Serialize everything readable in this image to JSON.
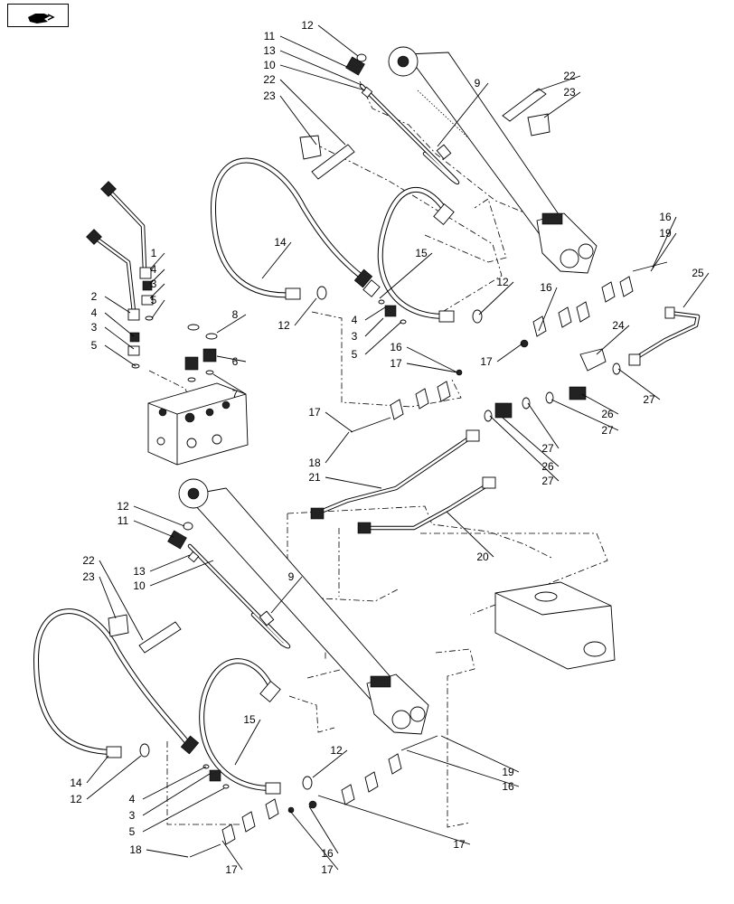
{
  "nav_icon": "hand-pointer-icon",
  "callouts": [
    {
      "label": "12"
    },
    {
      "label": "11"
    },
    {
      "label": "13"
    },
    {
      "label": "10"
    },
    {
      "label": "22"
    },
    {
      "label": "23"
    },
    {
      "label": "9"
    },
    {
      "label": "22"
    },
    {
      "label": "23"
    },
    {
      "label": "14"
    },
    {
      "label": "15"
    },
    {
      "label": "12"
    },
    {
      "label": "12"
    },
    {
      "label": "1"
    },
    {
      "label": "4"
    },
    {
      "label": "3"
    },
    {
      "label": "5"
    },
    {
      "label": "2"
    },
    {
      "label": "4"
    },
    {
      "label": "3"
    },
    {
      "label": "5"
    },
    {
      "label": "8"
    },
    {
      "label": "6"
    },
    {
      "label": "7"
    },
    {
      "label": "4"
    },
    {
      "label": "3"
    },
    {
      "label": "5"
    },
    {
      "label": "16"
    },
    {
      "label": "19"
    },
    {
      "label": "25"
    },
    {
      "label": "16"
    },
    {
      "label": "17"
    },
    {
      "label": "24"
    },
    {
      "label": "16"
    },
    {
      "label": "17"
    },
    {
      "label": "17"
    },
    {
      "label": "27"
    },
    {
      "label": "26"
    },
    {
      "label": "27"
    },
    {
      "label": "18"
    },
    {
      "label": "21"
    },
    {
      "label": "27"
    },
    {
      "label": "26"
    },
    {
      "label": "27"
    },
    {
      "label": "20"
    },
    {
      "label": "12"
    },
    {
      "label": "11"
    },
    {
      "label": "13"
    },
    {
      "label": "10"
    },
    {
      "label": "9"
    },
    {
      "label": "22"
    },
    {
      "label": "23"
    },
    {
      "label": "15"
    },
    {
      "label": "12"
    },
    {
      "label": "14"
    },
    {
      "label": "12"
    },
    {
      "label": "4"
    },
    {
      "label": "3"
    },
    {
      "label": "5"
    },
    {
      "label": "19"
    },
    {
      "label": "16"
    },
    {
      "label": "17"
    },
    {
      "label": "16"
    },
    {
      "label": "17"
    },
    {
      "label": "18"
    },
    {
      "label": "17"
    }
  ]
}
